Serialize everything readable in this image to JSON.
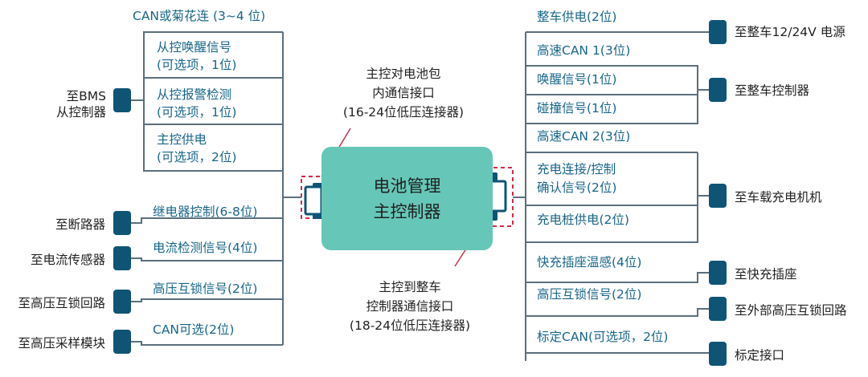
{
  "diagram": {
    "colors": {
      "line": "#5b6f7c",
      "accent_text": "#19668a",
      "plug": "#0f5474",
      "hub_fill": "#66c7b8",
      "dash": "#d42a45",
      "leader": "#c6324a"
    },
    "center": {
      "line1": "电池管理",
      "line2": "主控制器"
    },
    "callouts": {
      "top_line1": "主控对电池包",
      "top_line2": "内通信接口",
      "top_line3": "(16-24位低压连接器)",
      "bottom_line1": "主控到整车",
      "bottom_line2": "控制器通信接口",
      "bottom_line3": "(18-24位低压连接器)"
    },
    "left": {
      "group_title": "CAN或菊花连 (3~4 位)",
      "group_items": [
        {
          "line1": "从控唤醒信号",
          "line2": "(可选项，1位)"
        },
        {
          "line1": "从控报警检测",
          "line2": "(可选项，1位)"
        },
        {
          "line1": "主控供电",
          "line2": "(可选项，2位)"
        }
      ],
      "group_target_line1": "至BMS",
      "group_target_line2": "从控制器",
      "signals": [
        "继电器控制(6-8位)",
        "电流检测信号(4位)",
        "高压互锁信号(2位)",
        "CAN可选(2位)"
      ],
      "targets": [
        "至断路器",
        "至电流传感器",
        "至高压互锁回路",
        "至高压采样模块"
      ]
    },
    "right": {
      "signals": [
        "整车供电(2位)",
        "高速CAN 1(3位)",
        "唤醒信号(1位)",
        "碰撞信号(1位)",
        "高速CAN 2(3位)",
        "充电连接/控制",
        "确认信号(2位)",
        "充电桩供电(2位)",
        "快充插座温感(4位)",
        "高压互锁信号(2位)",
        "标定CAN(可选项，2位)"
      ],
      "targets": [
        "至整车12/24V 电源",
        "至整车控制器",
        "至车载充电机机",
        "至快充插座",
        "至外部高压互锁回路",
        "标定接口"
      ]
    }
  }
}
